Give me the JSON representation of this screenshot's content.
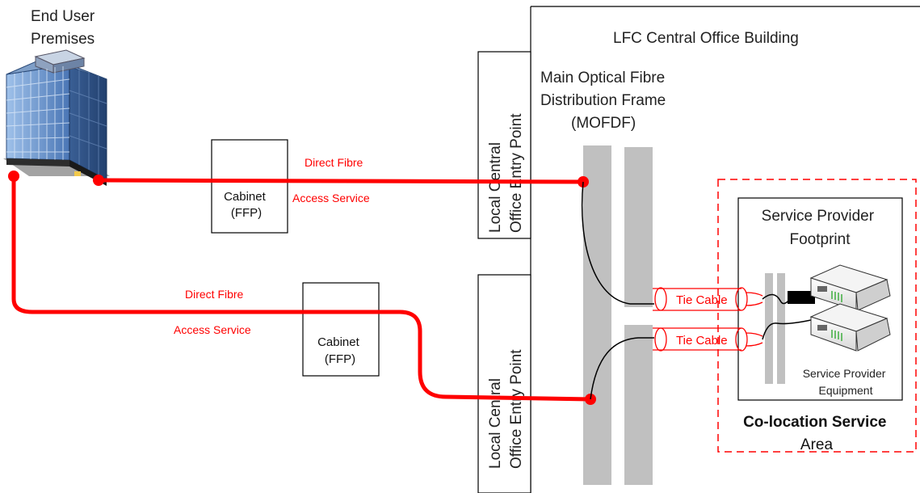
{
  "end_user": {
    "line1": "End User",
    "line2": "Premises"
  },
  "building": {
    "title": "LFC Central Office Building"
  },
  "entry_point_top": {
    "line1": "Local Central",
    "line2": "Office Entry Point"
  },
  "entry_point_bottom": {
    "line1": "Local Central",
    "line2": "Office Entry Point"
  },
  "mofdf": {
    "line1": "Main Optical Fibre",
    "line2": "Distribution Frame",
    "line3": "(MOFDF)"
  },
  "cabinet_top": {
    "line1": "Cabinet",
    "line2": "(FFP)"
  },
  "cabinet_bottom": {
    "line1": "Cabinet",
    "line2": "(FFP)"
  },
  "fibre_top": {
    "line1": "Direct Fibre",
    "line2": "Access Service"
  },
  "fibre_bottom": {
    "line1": "Direct Fibre",
    "line2": "Access Service"
  },
  "tie_cables": {
    "top": "Tie Cable",
    "bottom": "Tie Cable"
  },
  "footprint": {
    "line1": "Service Provider",
    "line2": "Footprint"
  },
  "equipment": {
    "line1": "Service Provider",
    "line2": "Equipment"
  },
  "colocation": {
    "line1": "Co-location Service",
    "line2": "Area"
  },
  "colors": {
    "fibre": "#ff0000",
    "fibre_label": "#ff0000",
    "frame_gray": "#c0c0c0",
    "building_blue": "#5b86c0",
    "equipment_accent": "#33aa33"
  },
  "icons": {
    "building": "office-building-icon",
    "equipment": "network-switch-icon"
  }
}
